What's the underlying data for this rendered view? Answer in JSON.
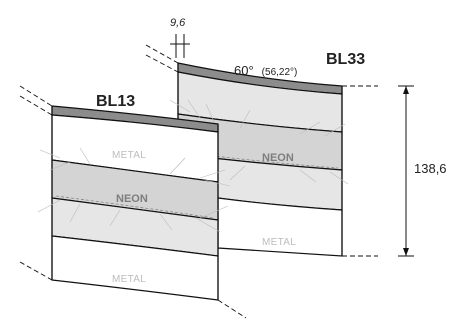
{
  "labels": {
    "thickness": "9,6",
    "angle": "60°",
    "angle_detail": "(56,22°)",
    "height": "138,6",
    "model_right": "BL33",
    "model_left": "BL13"
  },
  "left_module": {
    "bands": [
      {
        "type": "metal",
        "text": "METAL"
      },
      {
        "type": "neon",
        "text": "NEON"
      },
      {
        "type": "plain",
        "text": ""
      },
      {
        "type": "metal",
        "text": "METAL"
      }
    ]
  },
  "right_module": {
    "bands": [
      {
        "type": "plain",
        "text": ""
      },
      {
        "type": "neon",
        "text": "NEON"
      },
      {
        "type": "plain",
        "text": ""
      },
      {
        "type": "metal",
        "text": "METAL"
      }
    ]
  },
  "colors": {
    "neon_band": "#d4d4d4",
    "plain_band": "#e6e6e6",
    "metal_band": "#ffffff",
    "top_edge": "#8c8c8c",
    "outline": "#111111"
  }
}
